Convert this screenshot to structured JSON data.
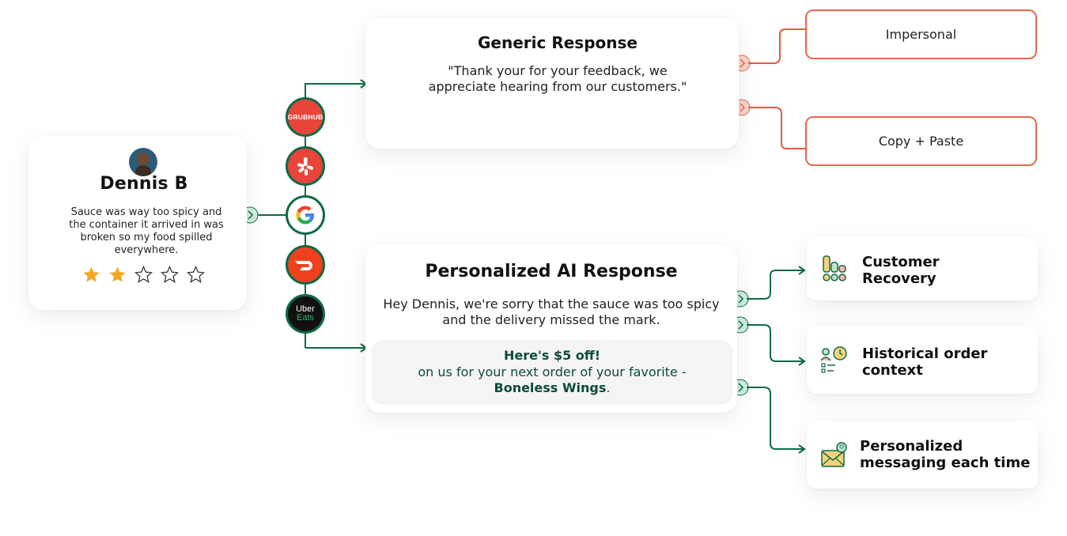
{
  "review": {
    "name": "Dennis B",
    "text": "Sauce was way too spicy and the container it arrived in was broken so my food spilled everywhere.",
    "rating": 2,
    "max_rating": 5
  },
  "platforms": [
    {
      "name": "grubhub",
      "label": "GRUBHUB"
    },
    {
      "name": "yelp",
      "label": ""
    },
    {
      "name": "google",
      "label": ""
    },
    {
      "name": "doordash",
      "label": ""
    },
    {
      "name": "ubereats",
      "label_top": "Uber",
      "label_bottom": "Eats"
    }
  ],
  "generic": {
    "title": "Generic Response",
    "text": "\"Thank your for your feedback, we appreciate hearing from our customers.\""
  },
  "personalized": {
    "title": "Personalized AI Response",
    "text": "Hey Dennis, we're sorry that the sauce was too spicy and the delivery missed the mark.",
    "offer_title": "Here's $5 off!",
    "offer_line": "on us for your next order of your favorite -",
    "offer_item": "Boneless Wings",
    "offer_end": "."
  },
  "generic_outcomes": [
    "Impersonal",
    "Copy + Paste"
  ],
  "features": [
    {
      "label_1": "Customer",
      "label_2": "Recovery",
      "icon": "bar-chart-icon"
    },
    {
      "label_1": "Historical order",
      "label_2": "context",
      "icon": "order-history-icon"
    },
    {
      "label_1": "Personalized",
      "label_2": "messaging each time",
      "icon": "envelope-icon"
    }
  ],
  "colors": {
    "green": "#0f6b44",
    "red": "#e06b50",
    "star": "#f5a623",
    "offer_text": "#0e4a3a"
  }
}
